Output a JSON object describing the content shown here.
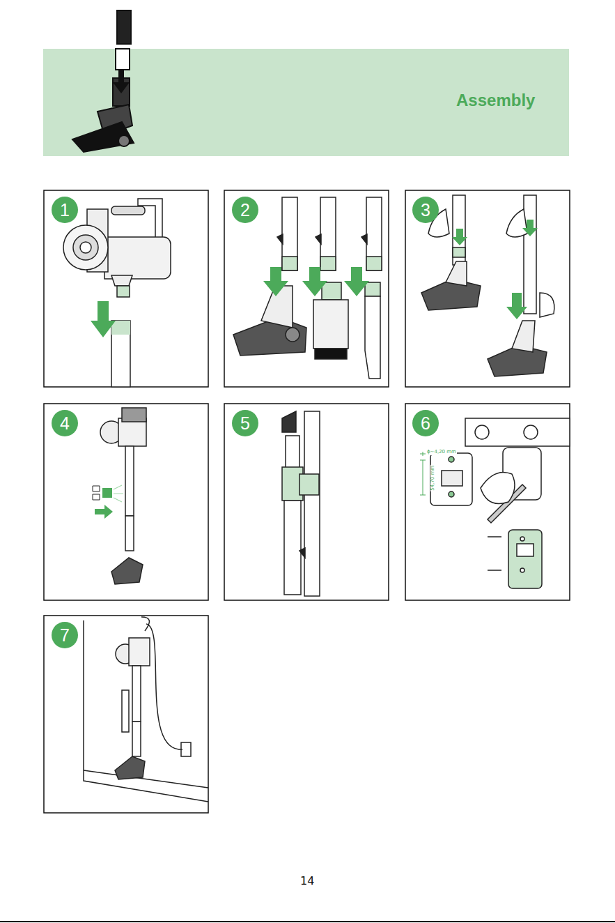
{
  "diagram": {
    "title": "Assembly",
    "nodes": [
      {
        "text": [
          "1"
        ]
      },
      {
        "text": [
          "2"
        ]
      },
      {
        "text": [
          "3"
        ]
      },
      {
        "text": [
          "4"
        ]
      },
      {
        "text": [
          "5"
        ]
      },
      {
        "text": [
          "6"
        ]
      },
      {
        "text": [
          "7"
        ]
      }
    ],
    "labels": [
      "ϕ~4,20 mm",
      "54,70 mm",
      "14"
    ]
  }
}
